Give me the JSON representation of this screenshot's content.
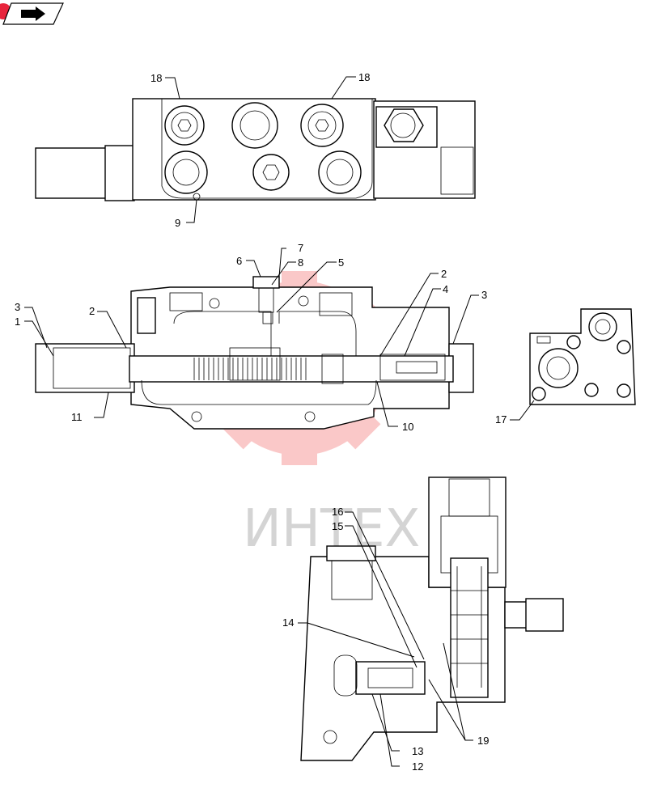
{
  "header": {
    "icon": "next-page-arrow-icon"
  },
  "watermark": {
    "text": "ИНТЕХ",
    "color": "#f03c3c"
  },
  "callouts": {
    "c18a": "18",
    "c18b": "18",
    "c9": "9",
    "c7": "7",
    "c6": "6",
    "c8": "8",
    "c5": "5",
    "c3a": "3",
    "c1": "1",
    "c2a": "2",
    "c11": "11",
    "c2b": "2",
    "c4": "4",
    "c3b": "3",
    "c10": "10",
    "c17": "17",
    "c16": "16",
    "c15": "15",
    "c14": "14",
    "c13": "13",
    "c12": "12",
    "c19": "19"
  }
}
